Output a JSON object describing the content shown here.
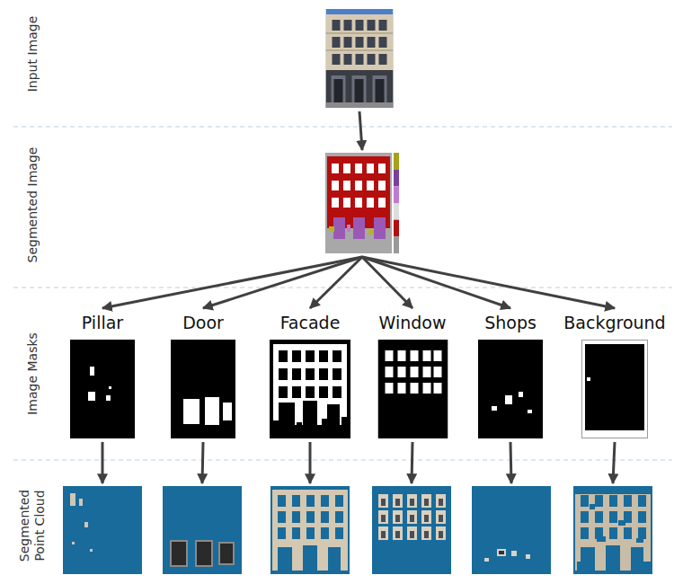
{
  "diagram": {
    "nodes": [
      {
        "text": []
      },
      {
        "text": []
      },
      {
        "text": [
          "Pillar"
        ]
      },
      {
        "text": [
          "Door"
        ]
      },
      {
        "text": [
          "Facade"
        ]
      },
      {
        "text": [
          "Window"
        ]
      },
      {
        "text": [
          "Shops"
        ]
      },
      {
        "text": [
          "Background"
        ]
      },
      {
        "text": []
      },
      {
        "text": []
      },
      {
        "text": []
      },
      {
        "text": []
      },
      {
        "text": []
      },
      {
        "text": []
      }
    ],
    "edges": [
      {
        "from": 0,
        "to": 1,
        "arrow": "to"
      },
      {
        "from": 1,
        "to": 2,
        "arrow": "to"
      },
      {
        "from": 1,
        "to": 3,
        "arrow": "to"
      },
      {
        "from": 1,
        "to": 4,
        "arrow": "to"
      },
      {
        "from": 1,
        "to": 5,
        "arrow": "to"
      },
      {
        "from": 1,
        "to": 6,
        "arrow": "to"
      },
      {
        "from": 1,
        "to": 7,
        "arrow": "to"
      },
      {
        "from": 2,
        "to": 8,
        "arrow": "to"
      },
      {
        "from": 3,
        "to": 9,
        "arrow": "to"
      },
      {
        "from": 4,
        "to": 10,
        "arrow": "to"
      },
      {
        "from": 5,
        "to": 11,
        "arrow": "to"
      },
      {
        "from": 6,
        "to": 12,
        "arrow": "to"
      },
      {
        "from": 7,
        "to": 13,
        "arrow": "to"
      }
    ],
    "labels": [
      "Input Image",
      "Segmented Image",
      "Image Masks",
      "Segmented Point Cloud"
    ]
  }
}
